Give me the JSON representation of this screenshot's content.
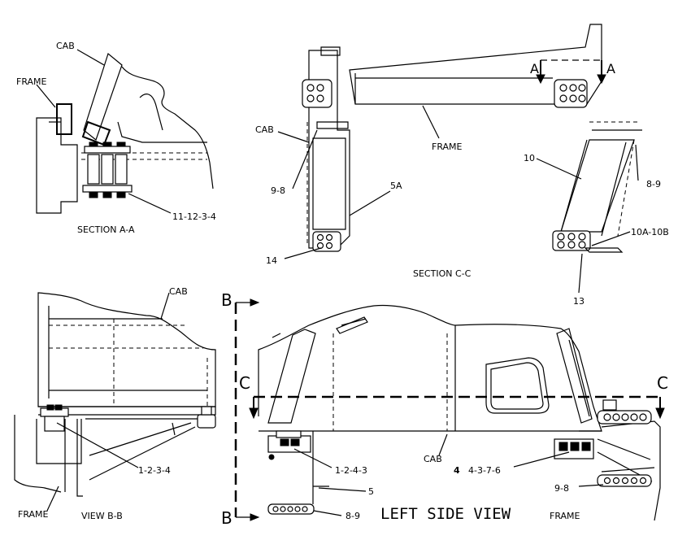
{
  "section_aa": {
    "cab": "CAB",
    "frame": "FRAME",
    "callout": "11-12-3-4",
    "title": "SECTION A-A"
  },
  "section_cc": {
    "cab": "CAB",
    "frame": "FRAME",
    "callout_98": "9-8",
    "callout_5a": "5A",
    "callout_14": "14",
    "callout_10": "10",
    "callout_89": "8-9",
    "callout_10a": "10A-10B",
    "callout_13": "13",
    "marker_a_left": "A",
    "marker_a_right": "A",
    "title": "SECTION C-C"
  },
  "view_bb": {
    "cab": "CAB",
    "callout": "1-2-3-4",
    "frame": "FRAME",
    "title": "VIEW B-B"
  },
  "left_side": {
    "marker_b_top": "B",
    "marker_b_bottom": "B",
    "marker_c_left": "C",
    "marker_c_right": "C",
    "callout_1243": "1-2-4-3",
    "cab": "CAB",
    "callout_4_bold": "4",
    "callout_4376": "4-3-7-6",
    "callout_5": "5",
    "callout_98": "9-8",
    "callout_89": "8-9",
    "frame": "FRAME",
    "title": "LEFT SIDE VIEW"
  }
}
